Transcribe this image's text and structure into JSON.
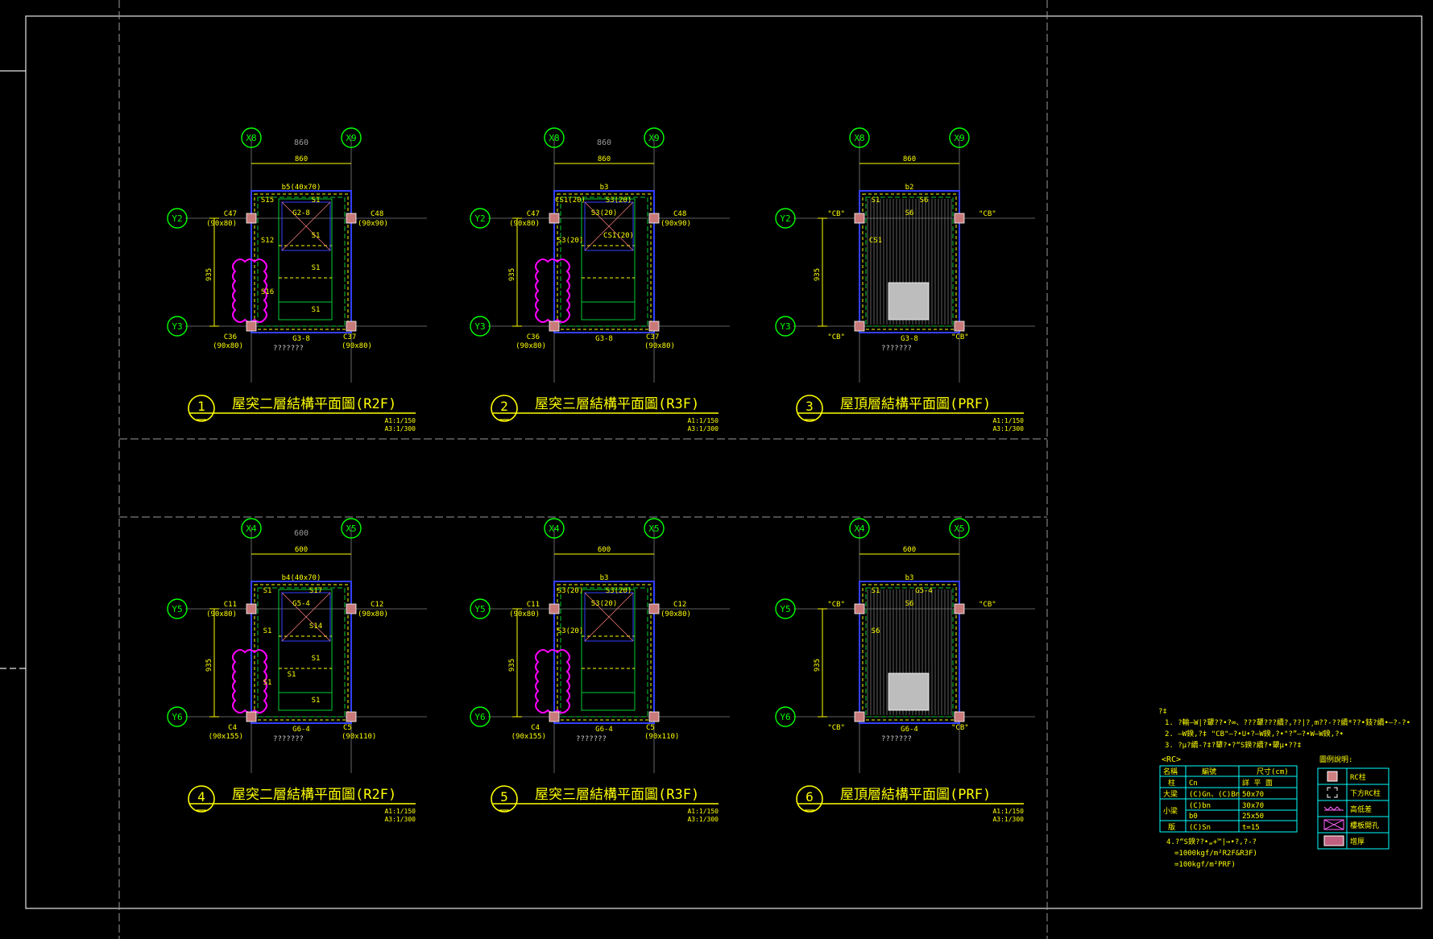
{
  "colors": {
    "background": "#000000",
    "frame": "#e6e6e6",
    "grid_bubble": "#00ff00",
    "dimension": "#ffff00",
    "beam_dash": "#ffff00",
    "beam_green": "#00cc33",
    "wall_blue": "#3340ff",
    "column": "#ff8080",
    "revision_cloud": "#ff00ff",
    "grid_line": "#808080",
    "title": "#ffff00"
  },
  "plans": [
    {
      "number": "1",
      "title": "屋突二層結構平面圖(R2F)",
      "scale_a1": "A1:1/150",
      "scale_a3": "A3:1/300",
      "grid_x": [
        "X8",
        "X9"
      ],
      "grid_y": [
        "Y2",
        "Y3"
      ],
      "dim_top_outer": "860",
      "dim_top_inner": "860",
      "dim_side": "935",
      "col_tl": "C47",
      "col_tl_size": "(90x80)",
      "col_tr": "C48",
      "col_tr_size": "(90x90)",
      "col_bl": "C36",
      "col_bl_size": "(90x80)",
      "col_br": "C37",
      "col_br_size": "(90x80)",
      "beam_top": "b5(40x70)",
      "beam_bottom": "G3-8",
      "note_below": "???????",
      "slab_labels": [
        "S15",
        "S1",
        "G2-8",
        "S12",
        "S1",
        "S1",
        "S16",
        "S1"
      ]
    },
    {
      "number": "2",
      "title": "屋突三層結構平面圖(R3F)",
      "scale_a1": "A1:1/150",
      "scale_a3": "A3:1/300",
      "grid_x": [
        "X8",
        "X9"
      ],
      "grid_y": [
        "Y2",
        "Y3"
      ],
      "dim_top_outer": "860",
      "dim_top_inner": "860",
      "dim_side": "935",
      "col_tl": "C47",
      "col_tl_size": "(90x80)",
      "col_tr": "C48",
      "col_tr_size": "(90x90)",
      "col_bl": "C36",
      "col_bl_size": "(90x80)",
      "col_br": "C37",
      "col_br_size": "(90x80)",
      "beam_top": "b3",
      "beam_bottom": "G3-8",
      "note_below": "",
      "slab_labels": [
        "CS1(20)",
        "S3(20)",
        "S3(20)",
        "S3(20)",
        "CS1(20)"
      ]
    },
    {
      "number": "3",
      "title": "屋頂層結構平面圖(PRF)",
      "scale_a1": "A1:1/150",
      "scale_a3": "A3:1/300",
      "grid_x": [
        "X8",
        "X9"
      ],
      "grid_y": [
        "Y2",
        "Y3"
      ],
      "dim_top_outer": "",
      "dim_top_inner": "860",
      "dim_side": "935",
      "col_tl": "\"CB\"",
      "col_tl_size": "",
      "col_tr": "\"CB\"",
      "col_tr_size": "",
      "col_bl": "\"CB\"",
      "col_bl_size": "",
      "col_br": "\"CB\"",
      "col_br_size": "",
      "beam_top": "b2",
      "beam_bottom": "G3-8",
      "note_below": "???????",
      "slab_labels": [
        "S1",
        "S6",
        "S6",
        "CS1"
      ]
    },
    {
      "number": "4",
      "title": "屋突二層結構平面圖(R2F)",
      "scale_a1": "A1:1/150",
      "scale_a3": "A3:1/300",
      "grid_x": [
        "X4",
        "X5"
      ],
      "grid_y": [
        "Y5",
        "Y6"
      ],
      "dim_top_outer": "600",
      "dim_top_inner": "600",
      "dim_side": "935",
      "col_tl": "C11",
      "col_tl_size": "(90x80)",
      "col_tr": "C12",
      "col_tr_size": "(90x80)",
      "col_bl": "C4",
      "col_bl_size": "(90x155)",
      "col_br": "C5",
      "col_br_size": "(90x110)",
      "beam_top": "b4(40x70)",
      "beam_bottom": "G6-4",
      "note_below": "???????",
      "slab_labels": [
        "S1",
        "S17",
        "G5-4",
        "S1",
        "S14",
        "S1",
        "S1",
        "S1",
        "S1"
      ]
    },
    {
      "number": "5",
      "title": "屋突三層結構平面圖(R3F)",
      "scale_a1": "A1:1/150",
      "scale_a3": "A3:1/300",
      "grid_x": [
        "X4",
        "X5"
      ],
      "grid_y": [
        "Y5",
        "Y6"
      ],
      "dim_top_outer": "",
      "dim_top_inner": "600",
      "dim_side": "935",
      "col_tl": "C11",
      "col_tl_size": "(90x80)",
      "col_tr": "C12",
      "col_tr_size": "(90x80)",
      "col_bl": "C4",
      "col_bl_size": "(90x155)",
      "col_br": "C5",
      "col_br_size": "(90x110)",
      "beam_top": "b3",
      "beam_bottom": "G6-4",
      "note_below": "???????",
      "slab_labels": [
        "S3(20)",
        "S3(20)",
        "S3(20)",
        "S3(20)"
      ]
    },
    {
      "number": "6",
      "title": "屋頂層結構平面圖(PRF)",
      "scale_a1": "A1:1/150",
      "scale_a3": "A3:1/300",
      "grid_x": [
        "X4",
        "X5"
      ],
      "grid_y": [
        "Y5",
        "Y6"
      ],
      "dim_top_outer": "",
      "dim_top_inner": "600",
      "dim_side": "935",
      "col_tl": "\"CB\"",
      "col_tl_size": "",
      "col_tr": "\"CB\"",
      "col_tr_size": "",
      "col_bl": "\"CB\"",
      "col_bl_size": "",
      "col_br": "\"CB\"",
      "col_br_size": "",
      "beam_top": "b3",
      "beam_bottom": "G6-4",
      "note_below": "???????",
      "slab_labels": [
        "S1",
        "G5-4",
        "S6",
        "S6"
      ]
    }
  ],
  "notes": {
    "heading": "?‡",
    "lines": [
      "1. ?輸–W|?顰??•?∞、???顰???續?‚??|?¸m??-??續*??•鈘?續•–?-?•",
      "2. –W鍨,?‡ \"CB\"–?•U•?–W鍨,?•\"?”–?•W–W鍨,?•",
      "3. ?μ?續-?‡?顰?•?“S鍨?續?•顰μ•??‡"
    ],
    "extra_heading": "4.?“S鍨??•„+™|→•?,?-?",
    "extra_lines": [
      "=1000kgf/m²R2F&R3F)",
      "=100kgf/m²PRF)"
    ]
  },
  "rc_table": {
    "caption": "<RC>",
    "headers": [
      "名稱",
      "編號",
      "尺寸(cm)"
    ],
    "rows": [
      [
        "柱",
        "Cn",
        "詳 平 面"
      ],
      [
        "大梁",
        "(C)Gn、(C)Bn",
        "50x70"
      ],
      [
        "小梁",
        "(C)bn",
        "30x70"
      ],
      [
        "",
        "b0",
        "25x50"
      ],
      [
        "版",
        "(C)Sn",
        "t=15"
      ]
    ]
  },
  "legend": {
    "caption": "圖例說明:",
    "items": [
      {
        "label": "RC柱",
        "icon": "rc-column-icon"
      },
      {
        "label": "下方RC柱",
        "icon": "column-below-icon"
      },
      {
        "label": "高低差",
        "icon": "level-difference-icon"
      },
      {
        "label": "樓板開孔",
        "icon": "slab-opening-icon"
      },
      {
        "label": "增厚",
        "icon": "thickened-icon"
      }
    ]
  }
}
